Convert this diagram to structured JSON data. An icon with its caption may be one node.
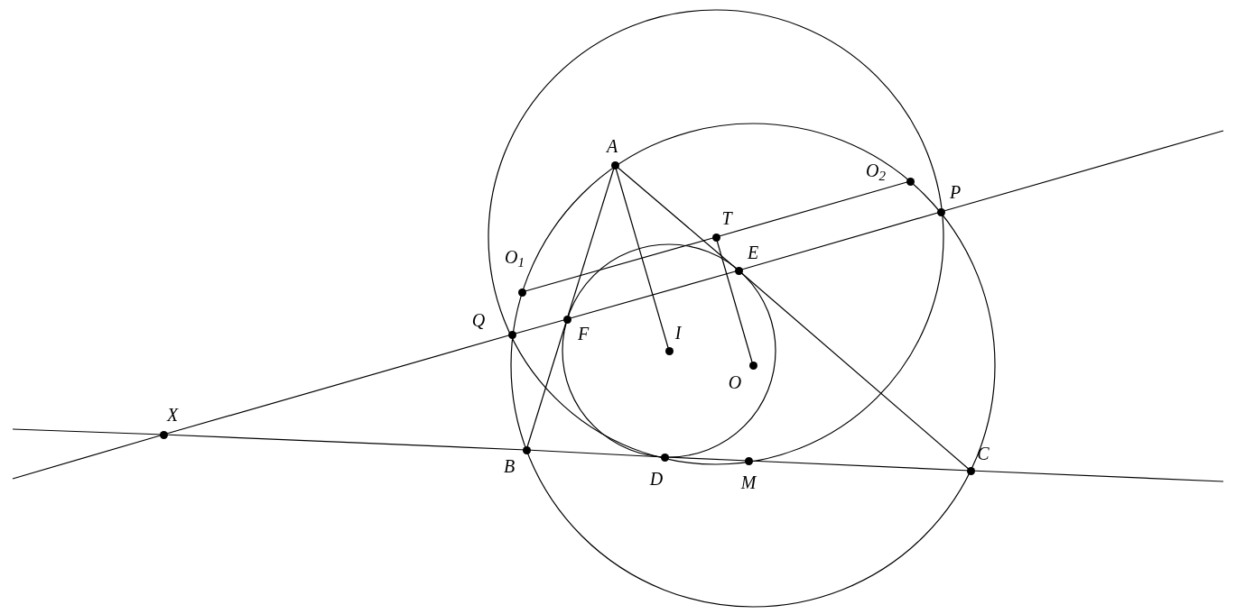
{
  "diagram": {
    "nodes": [
      {
        "text": [
          "A"
        ]
      },
      {
        "text": [
          "B"
        ]
      },
      {
        "text": [
          "C"
        ]
      },
      {
        "text": [
          "D"
        ]
      },
      {
        "text": [
          "M"
        ]
      },
      {
        "text": [
          "E"
        ]
      },
      {
        "text": [
          "F"
        ]
      },
      {
        "text": [
          "I"
        ]
      },
      {
        "text": [
          "O"
        ]
      },
      {
        "text": [
          "T"
        ]
      },
      {
        "text": [
          "O$_{1}$"
        ]
      },
      {
        "text": [
          "O$_{2}$"
        ]
      },
      {
        "text": [
          "P"
        ]
      },
      {
        "text": [
          "Q"
        ]
      },
      {
        "text": [
          "X"
        ]
      }
    ],
    "edges": [
      {
        "from": null,
        "to": 14,
        "arrow": "none"
      },
      {
        "from": 14,
        "to": 13,
        "arrow": "none"
      },
      {
        "from": 13,
        "to": 6,
        "arrow": "none"
      },
      {
        "from": 6,
        "to": 5,
        "arrow": "none"
      },
      {
        "from": 5,
        "to": 12,
        "arrow": "none"
      },
      {
        "from": 12,
        "to": null,
        "arrow": "none"
      },
      {
        "from": null,
        "to": 14,
        "arrow": "none"
      },
      {
        "from": 14,
        "to": 1,
        "arrow": "none"
      },
      {
        "from": 1,
        "to": 3,
        "arrow": "none"
      },
      {
        "from": 3,
        "to": 4,
        "arrow": "none"
      },
      {
        "from": 4,
        "to": 2,
        "arrow": "none"
      },
      {
        "from": 2,
        "to": null,
        "arrow": "none"
      },
      {
        "from": 0,
        "to": 6,
        "arrow": "none"
      },
      {
        "from": 6,
        "to": 1,
        "arrow": "none"
      },
      {
        "from": 0,
        "to": 5,
        "arrow": "none"
      },
      {
        "from": 5,
        "to": 2,
        "arrow": "none"
      },
      {
        "from": 0,
        "to": 7,
        "arrow": "none"
      },
      {
        "from": 9,
        "to": 8,
        "arrow": "none"
      },
      {
        "from": 10,
        "to": 9,
        "arrow": "none"
      },
      {
        "from": 9,
        "to": 11,
        "arrow": "none"
      }
    ]
  }
}
